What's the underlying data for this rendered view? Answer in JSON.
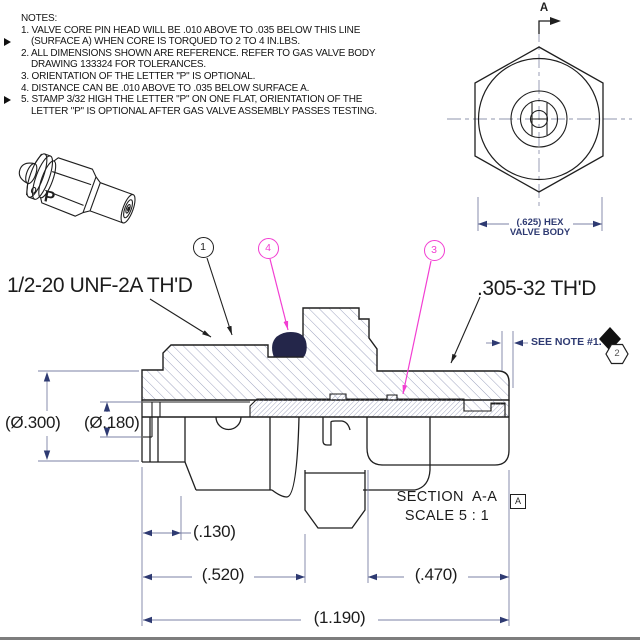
{
  "colors": {
    "line": "#1f1f1f",
    "hatch": "#959bba",
    "dim_line": "#7b80a4",
    "navy_accent": "#2e3a72",
    "magenta_accent": "#f23ed2",
    "oring_fill": "#24264a"
  },
  "notes": {
    "title": "NOTES:",
    "lines": [
      "1. VALVE CORE PIN HEAD WILL BE .010 ABOVE TO .035 BELOW THIS LINE",
      "(SURFACE A) WHEN CORE IS TORQUED TO 2 TO 4 IN.LBS.",
      "2. ALL DIMENSIONS SHOWN ARE REFERENCE. REFER TO GAS VALVE BODY",
      "DRAWING 133324 FOR TOLERANCES.",
      "3. ORIENTATION OF THE LETTER \"P\" IS OPTIONAL.",
      "4. DISTANCE CAN BE .010 ABOVE TO .035 BELOW SURFACE A.",
      "5. STAMP 3/32 HIGH THE LETTER \"P\" ON ONE FLAT, ORIENTATION OF THE",
      "LETTER \"P\" IS OPTIONAL AFTER GAS VALVE ASSEMBLY PASSES TESTING."
    ]
  },
  "iso_view": {
    "stamp_letter": "P"
  },
  "hex_view": {
    "section_arrow_letter": "A",
    "dim_line1": "(.625) HEX",
    "dim_line2": "VALVE BODY"
  },
  "section_view": {
    "title": "SECTION  A-A",
    "scale": "SCALE 5 : 1",
    "datum_label": "A",
    "thread_label_left": "1/2-20 UNF-2A TH'D",
    "thread_label_right": ".305-32 TH'D",
    "see_note": "SEE NOTE #1.",
    "balloons": {
      "one": "1",
      "two": "2",
      "three": "3",
      "four": "4"
    },
    "dimensions": {
      "dia_outer": "(Ø.300)",
      "dia_bore": "(Ø.180)",
      "len_130": "(.130)",
      "len_520": "(.520)",
      "len_470": "(.470)",
      "len_total": "(1.190)"
    }
  }
}
